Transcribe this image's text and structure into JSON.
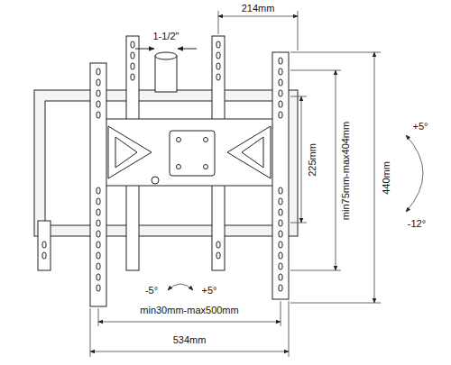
{
  "diagram": {
    "labels": [
      "214mm",
      "1-1/2\"",
      "+5°",
      "-12°",
      "440mm",
      "min75mm-max404mm",
      "225mm",
      "-5°",
      "+5°",
      "min30mm-max500mm",
      "534mm"
    ]
  }
}
